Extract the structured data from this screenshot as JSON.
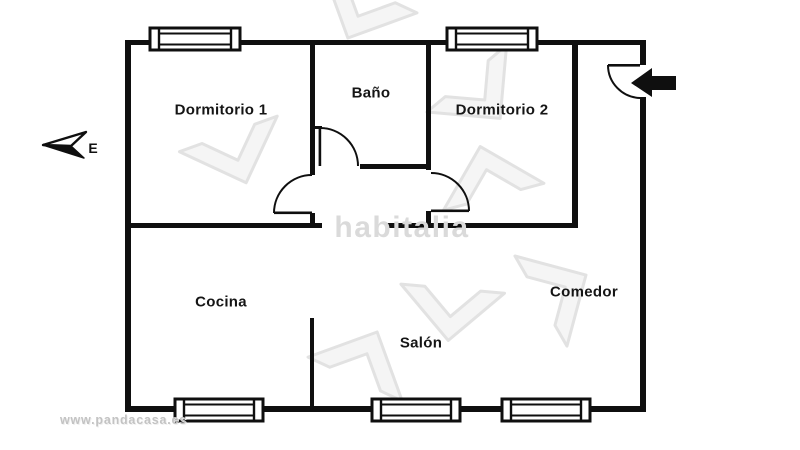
{
  "floorplan": {
    "rooms": [
      {
        "name": "Dormitorio 1"
      },
      {
        "name": "Baño"
      },
      {
        "name": "Dormitorio 2"
      },
      {
        "name": "Cocina"
      },
      {
        "name": "Salón"
      },
      {
        "name": "Comedor"
      }
    ],
    "compass": {
      "label": "E",
      "icon": "compass-arrow-icon"
    },
    "entrance": {
      "icon": "entrance-arrow-icon"
    }
  },
  "watermarks": {
    "brand": "habitalia",
    "url": "www.pandacasa.es"
  },
  "colors": {
    "background": "#ffffff",
    "wall": "#0f0f0f",
    "label": "#151515",
    "brand_watermark": "#dadada",
    "url_watermark": "#c3c3c3",
    "logo_shape_stroke": "#e2e2e2",
    "logo_shape_fill": "#f5f5f5"
  }
}
